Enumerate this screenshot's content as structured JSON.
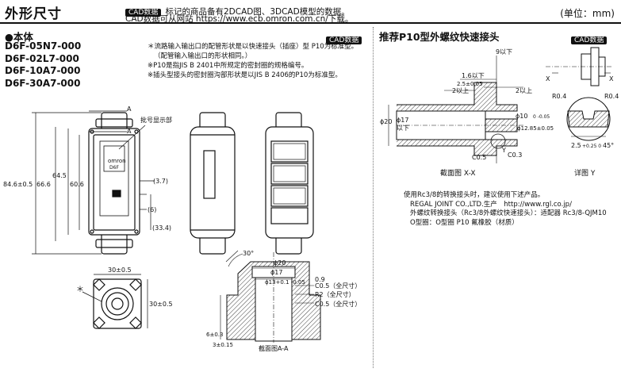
{
  "header": {
    "title": "外形尺寸",
    "badge": "CAD数据",
    "note1": "标记的商品备有2DCAD图、3DCAD模型的数据。",
    "note2": "CAD数据可从网站 https://www.ecb.omron.com.cn/下载。",
    "unit": "(单位：mm)"
  },
  "left": {
    "section": "●本体",
    "badge": "CAD数据",
    "models": [
      "D6F-05N7-000",
      "D6F-02L7-000",
      "D6F-10A7-000",
      "D6F-30A7-000"
    ],
    "notes": [
      "＊流路输入输出口的配管形状是以快速接头（插座）型 P10为标准型。",
      "（配管输入输出口的形状相同。）",
      "※P10是指JIS B 2401中所规定的密封圈的规格编号。",
      "※插头型接头的密封圈沟部形状是以JIS B 2406的P10为标准型。"
    ],
    "front_labels": {
      "lot": "批号显示部",
      "a_top": "A",
      "a_bot": "A",
      "d846": "84.6±0.5",
      "d666": "66.6",
      "d645": "64.5",
      "d606": "60.6",
      "d37": "(3.7)",
      "d6": "(6)",
      "d334": "(33.4)",
      "omron": "omron",
      "d6f": "D6F"
    },
    "bottom_labels": {
      "w30": "30±0.5",
      "h30": "30±0.5",
      "star": "＊"
    },
    "section_labels": {
      "ang30": "30°",
      "phi20": "ϕ20",
      "phi17": "ϕ17",
      "phi13": "ϕ13+0.1 -0.05",
      "d09": "0.9",
      "c05a": "C0.5（全尺寸）",
      "r2": "R2（全尺寸）",
      "c05b": "C0.5（全尺寸）",
      "d6": "6±0.3",
      "d3": "3±0.15",
      "caption": "截面图A-A"
    }
  },
  "right": {
    "section": "推荐P10型外螺纹快速接头",
    "badge": "CAD数据",
    "xx_labels": {
      "d9": "9以下",
      "d16": "1.6以下",
      "d25": "2.5±0.05",
      "d2a": "2以上",
      "d2b": "2以上",
      "phi20": "ϕ20",
      "phi17": "ϕ17",
      "below": "以下",
      "phi10": "ϕ10",
      "phi10tol": "0 -0.05",
      "phi1285": "ϕ12.85±0.05",
      "c05": "C0.5",
      "c03": "C0.3",
      "y": "Y",
      "x1": "X",
      "x2": "X",
      "caption": "截面图 X-X"
    },
    "y_labels": {
      "r04a": "R0.4",
      "r04b": "R0.4",
      "d25": "2.5",
      "tol": "+0.25 0",
      "deg": "45°",
      "caption": "详图 Y"
    },
    "regal": [
      "使用Rc3/8的转换接头时，建议使用下述产品。",
      "REGAL JOINT CO.,LTD.生产　http://www.rgl.co.jp/",
      "外螺纹转换接头（Rc3/8外螺纹快速接头）：适配器 Rc3/8-QJM10",
      "O型圈：O型圈 P10 氟橡胶（材质）"
    ]
  }
}
